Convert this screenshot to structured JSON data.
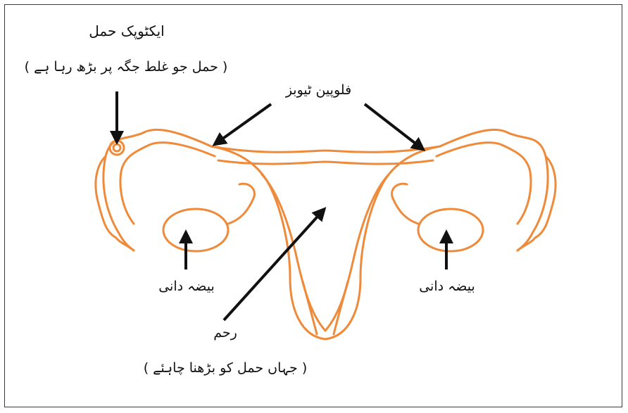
{
  "labels": {
    "ectopic_title": "ایکٹوپک حمل",
    "ectopic_note": "( حمل جو غلط جگہ پر بڑھ رہا ہے )",
    "fallopian_tubes": "فلوپین ٹیوبز",
    "ovary_left": "بیضہ دانی",
    "ovary_right": "بیضہ دانی",
    "uterus": "رحم",
    "uterus_note": "( جہاں حمل کو بڑھنا چاہئے )"
  },
  "colors": {
    "organ_stroke": "#ee8a3a",
    "arrow": "#111111",
    "frame_border": "#3a3a3a"
  }
}
